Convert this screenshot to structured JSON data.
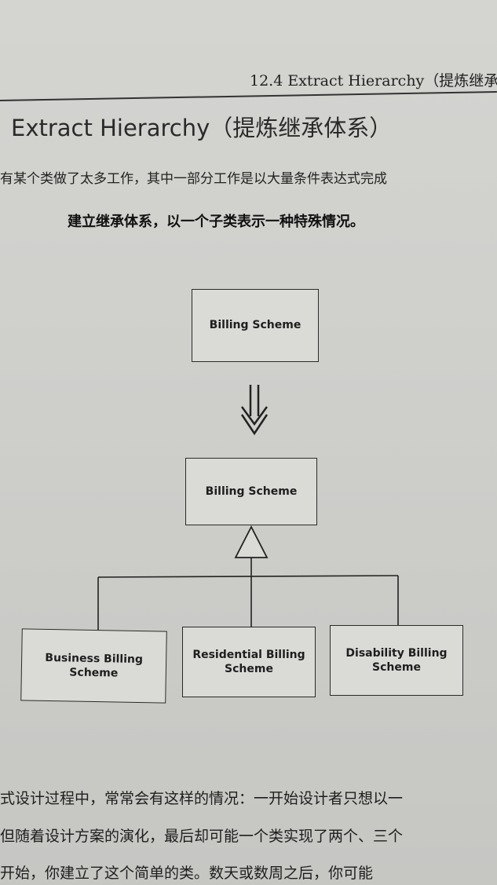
{
  "header": {
    "running_head": "12.4    Extract Hierarchy（提炼继承"
  },
  "section": {
    "title": "Extract Hierarchy（提炼继承体系）",
    "intro": "有某个类做了太多工作，其中一部分工作是以大量条件表达式完成",
    "summary": "建立继承体系，以一个子类表示一种特殊情况。"
  },
  "diagram": {
    "before_class": "Billing Scheme",
    "after_class": "Billing Scheme",
    "subclasses": [
      "Business Billing Scheme",
      "Residential Billing Scheme",
      "Disability Billing Scheme"
    ],
    "arrow_icon": "double-down-arrow-icon"
  },
  "body": {
    "lines": [
      "式设计过程中，常常会有这样的情况：一开始设计者只想以一",
      "但随着设计方案的演化，最后却可能一个类实现了两个、三个",
      "开始，你建立了这个简单的类。数天或数周之后，你可能"
    ]
  }
}
